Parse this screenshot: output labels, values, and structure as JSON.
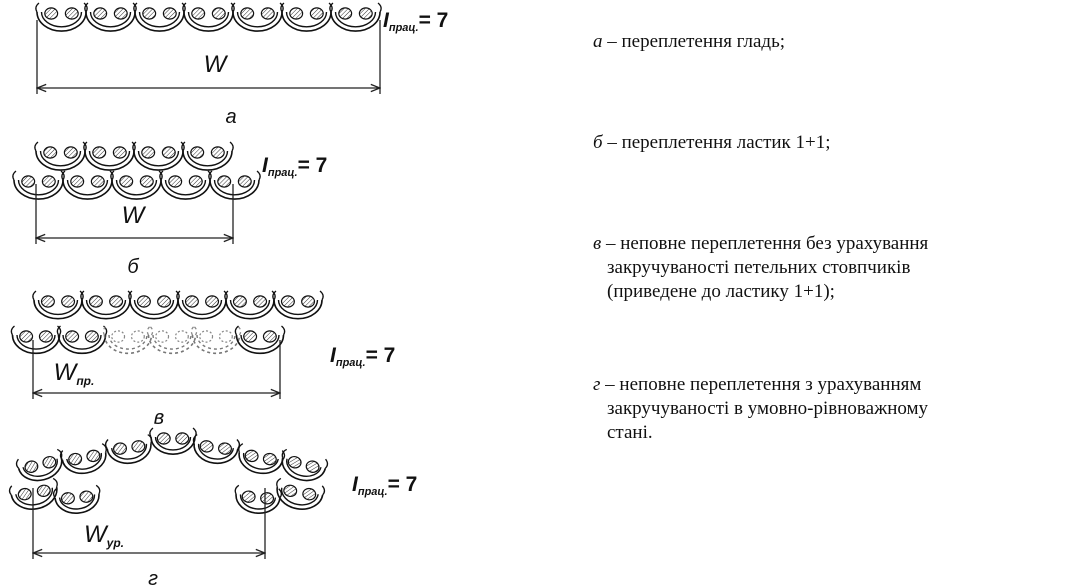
{
  "figures": [
    {
      "letter": "а",
      "width_label": "W",
      "width_sub": "",
      "work_symbol": "I",
      "work_sub": "прац.",
      "work_eq": "= 7"
    },
    {
      "letter": "б",
      "width_label": "W",
      "width_sub": "",
      "work_symbol": "I",
      "work_sub": "прац.",
      "work_eq": "= 7"
    },
    {
      "letter": "в",
      "width_label": "W",
      "width_sub": "пр.",
      "work_symbol": "I",
      "work_sub": "прац.",
      "work_eq": "= 7"
    },
    {
      "letter": "г",
      "width_label": "W",
      "width_sub": "ур.",
      "work_symbol": "I",
      "work_sub": "прац.",
      "work_eq": "= 7"
    }
  ],
  "legend": [
    {
      "key": "а",
      "dash": " – ",
      "lines": [
        "переплетення гладь;"
      ]
    },
    {
      "key": "б",
      "dash": " – ",
      "lines": [
        "переплетення ластик 1+1;"
      ]
    },
    {
      "key": "в",
      "dash": " – ",
      "lines": [
        "неповне переплетення без урахування",
        "закручуваності петельних стовпчиків",
        "(приведене до ластику 1+1);"
      ]
    },
    {
      "key": "г",
      "dash": " – ",
      "lines": [
        "неповне переплетення з урахуванням",
        "закручуваності в умовно-рівноважному",
        "стані."
      ]
    }
  ]
}
